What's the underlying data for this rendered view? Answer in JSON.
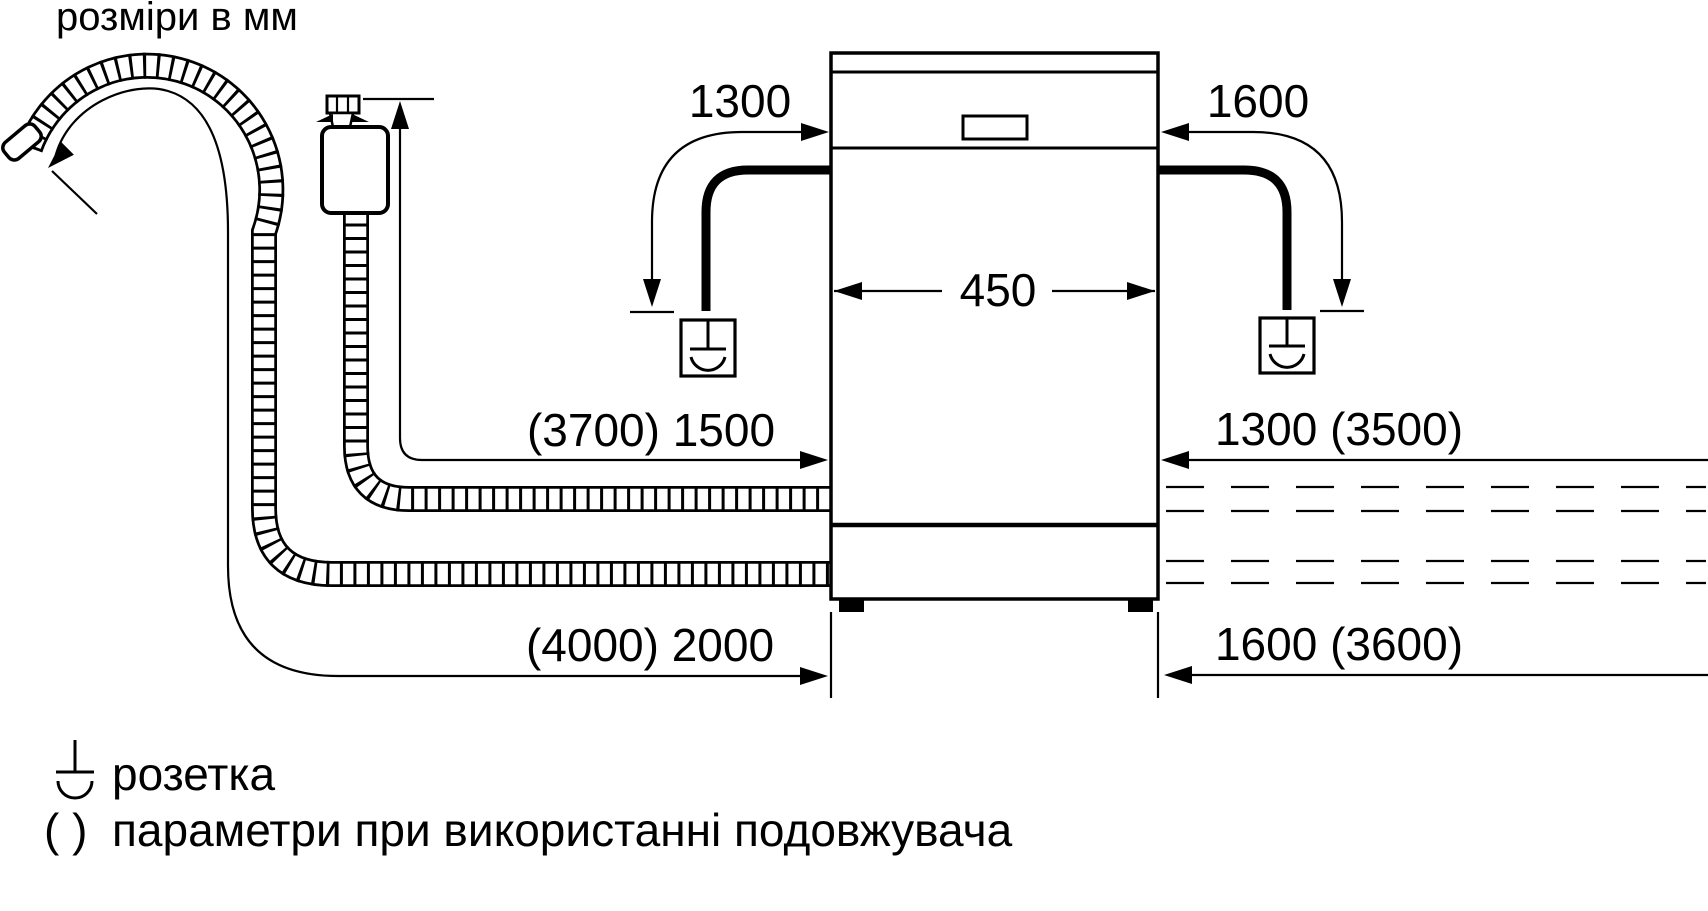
{
  "title": "розміри в мм",
  "diagram": {
    "appliance": "dishwasher-front-view",
    "dimensions": {
      "cord_left": "1300",
      "cord_right": "1600",
      "appliance_width": "450",
      "supply_hose_left": "(3700) 1500",
      "supply_hose_right": "1300 (3500)",
      "drain_hose_left": "(4000) 2000",
      "drain_hose_right": "1600 (3600)"
    },
    "icons": [
      "power-socket-icon",
      "aquastop-valve-icon",
      "drain-hose",
      "supply-hose"
    ]
  },
  "legend": {
    "socket_label": "розетка",
    "paren_symbol": "( )",
    "paren_label": "параметри при використанні подовжувача"
  },
  "colors": {
    "line": "#000000",
    "background": "#ffffff"
  }
}
